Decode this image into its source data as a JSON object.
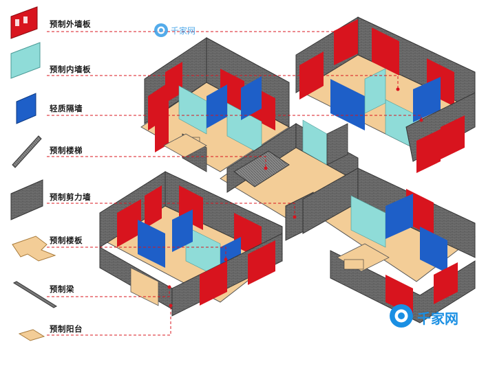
{
  "legend": [
    {
      "id": "prefab-exterior-wall",
      "label": "预制外墙板"
    },
    {
      "id": "prefab-interior-wall",
      "label": "预制内墙板"
    },
    {
      "id": "light-partition",
      "label": "轻质隔墙"
    },
    {
      "id": "prefab-stair",
      "label": "预制楼梯"
    },
    {
      "id": "prefab-shear-wall",
      "label": "预制剪力墙"
    },
    {
      "id": "prefab-floor-slab",
      "label": "预制楼板"
    },
    {
      "id": "prefab-beam",
      "label": "预制梁"
    },
    {
      "id": "prefab-balcony",
      "label": "预制阳台"
    }
  ],
  "watermark": {
    "brand": "千家网"
  },
  "colors": {
    "exterior_wall": "#d8141e",
    "interior_wall": "#8fdcd8",
    "partition": "#1e5fc8",
    "shear_wall": "#6b6b6b",
    "floor_slab": "#f2c88e",
    "leader_line": "#d8141e",
    "brand_blue": "#1a8fe3"
  }
}
